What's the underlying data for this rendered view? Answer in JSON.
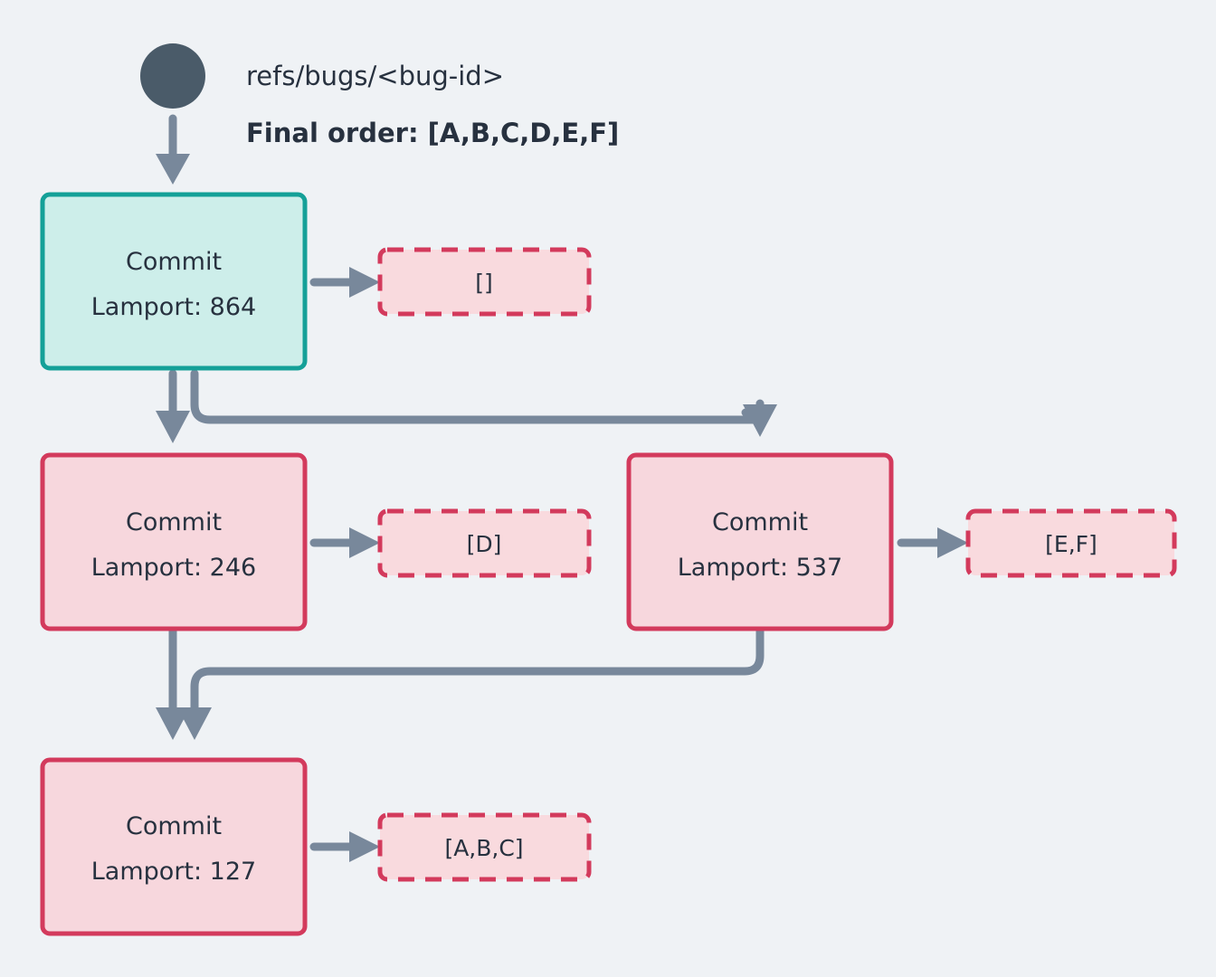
{
  "diagram": {
    "title_ref": "refs/bugs/<bug-id>",
    "final_order": "Final order: [A,B,C,D,E,F]",
    "colors": {
      "background": "#eff2f5",
      "start_dot": "#4a5b69",
      "edge": "#78889b",
      "head_node_fill": "#cdeeea",
      "head_node_stroke": "#14a098",
      "commit_fill": "#f7d7dd",
      "commit_stroke": "#d33a5c",
      "note_fill": "#f9dade",
      "note_stroke": "#d33a5c",
      "text": "#27313f"
    },
    "nodes": [
      {
        "id": "c864",
        "kind": "head-commit",
        "line1": "Commit",
        "line2": "Lamport: 864",
        "note": "[]"
      },
      {
        "id": "c246",
        "kind": "commit",
        "line1": "Commit",
        "line2": "Lamport: 246",
        "note": "[D]"
      },
      {
        "id": "c537",
        "kind": "commit",
        "line1": "Commit",
        "line2": "Lamport: 537",
        "note": "[E,F]"
      },
      {
        "id": "c127",
        "kind": "commit",
        "line1": "Commit",
        "line2": "Lamport: 127",
        "note": "[A,B,C]"
      }
    ],
    "edges": [
      {
        "from": "ref-start",
        "to": "c864"
      },
      {
        "from": "c864",
        "to": "c246"
      },
      {
        "from": "c864",
        "to": "c537"
      },
      {
        "from": "c246",
        "to": "c127"
      },
      {
        "from": "c537",
        "to": "c127"
      },
      {
        "from": "c864",
        "to": "note-864"
      },
      {
        "from": "c246",
        "to": "note-246"
      },
      {
        "from": "c537",
        "to": "note-537"
      },
      {
        "from": "c127",
        "to": "note-127"
      }
    ]
  }
}
